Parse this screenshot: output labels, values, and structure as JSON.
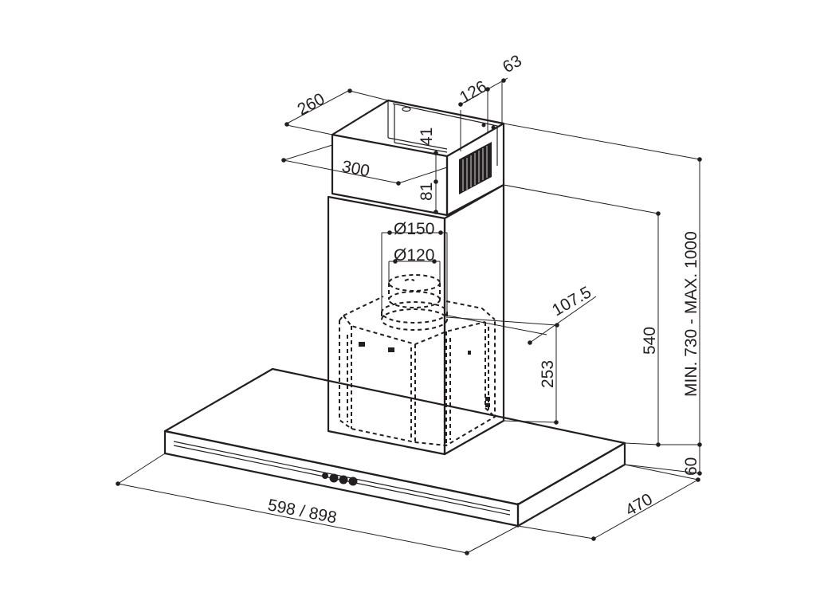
{
  "dimensions": {
    "w260": "260",
    "w300": "300",
    "h41": "41",
    "h81": "81",
    "d126": "126",
    "d63": "63",
    "dia150": "Ø150",
    "dia120": "Ø120",
    "d107": "107.5",
    "h253": "253",
    "h540": "540",
    "hMinMax": "MIN. 730 - MAX. 1000",
    "h60": "60",
    "width": "598 / 898",
    "depth": "470"
  }
}
